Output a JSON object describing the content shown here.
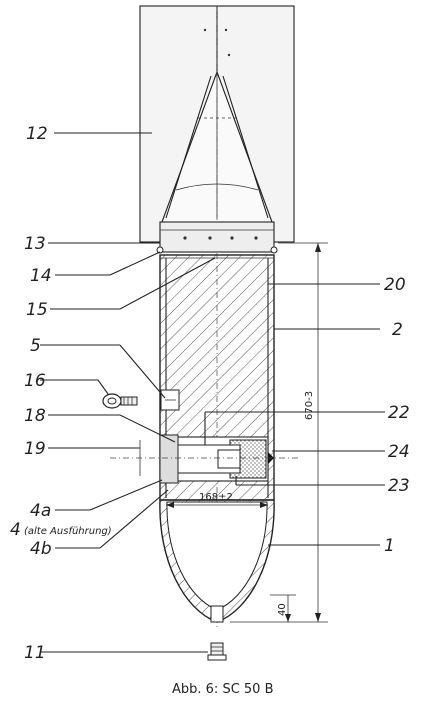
{
  "figure": {
    "caption": "Abb. 6: SC 50 B",
    "labels_left": {
      "l12": "12",
      "l13": "13",
      "l14": "14",
      "l15": "15",
      "l5": "5",
      "l16": "16",
      "l18": "18",
      "l19": "19",
      "l4a": "4a",
      "l4": "4",
      "l4_note": "(alte Ausführung)",
      "l4b": "4b",
      "l11": "11"
    },
    "labels_right": {
      "l20": "20",
      "l2": "2",
      "l22": "22",
      "l24": "24",
      "l23": "23",
      "l1": "1"
    },
    "dimensions": {
      "length": "670-3",
      "diameter": "168±2",
      "nose": "40"
    }
  }
}
